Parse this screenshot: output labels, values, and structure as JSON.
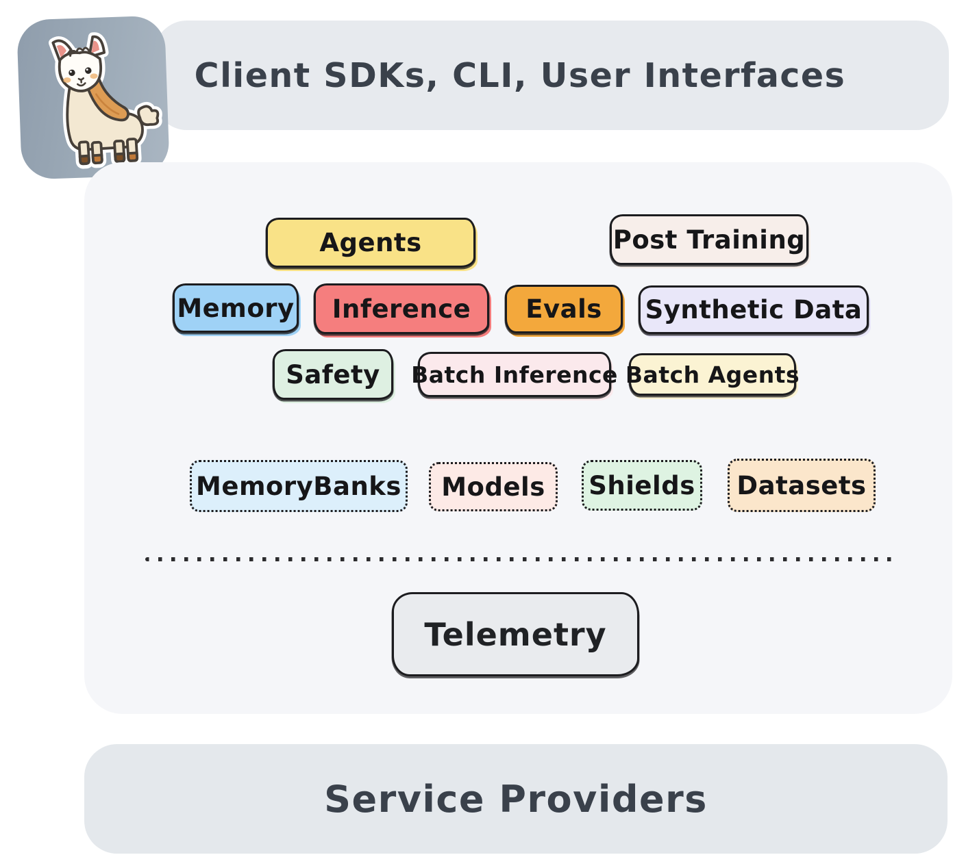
{
  "logo": {
    "name": "llama-mascot",
    "tile_color": "#9dabb8"
  },
  "top_banner": {
    "label": "Client SDKs, CLI, User Interfaces",
    "bg": "#e7eaee",
    "text_color": "#3a414b"
  },
  "stack_panel": {
    "bg": "#f5f6f9"
  },
  "api_boxes": [
    {
      "label": "Agents",
      "fill": "#f9e287"
    },
    {
      "label": "Post Training",
      "fill": "#f7eeea"
    },
    {
      "label": "Memory",
      "fill": "#9fd2f6"
    },
    {
      "label": "Inference",
      "fill": "#f57e7e"
    },
    {
      "label": "Evals",
      "fill": "#f3a83c"
    },
    {
      "label": "Synthetic Data",
      "fill": "#e9e7f9"
    },
    {
      "label": "Safety",
      "fill": "#def0e2"
    },
    {
      "label": "Batch Inference",
      "fill": "#fbe9ec"
    },
    {
      "label": "Batch Agents",
      "fill": "#fbf3d3"
    }
  ],
  "resource_boxes": [
    {
      "label": "MemoryBanks",
      "fill": "#dceffb"
    },
    {
      "label": "Models",
      "fill": "#fdeae6"
    },
    {
      "label": "Shields",
      "fill": "#def3e2"
    },
    {
      "label": "Datasets",
      "fill": "#fbe6cb"
    }
  ],
  "telemetry_box": {
    "label": "Telemetry",
    "fill": "#e9ebee"
  },
  "bottom_banner": {
    "label": "Service Providers",
    "bg": "#e4e8ec",
    "text_color": "#3a414b"
  }
}
